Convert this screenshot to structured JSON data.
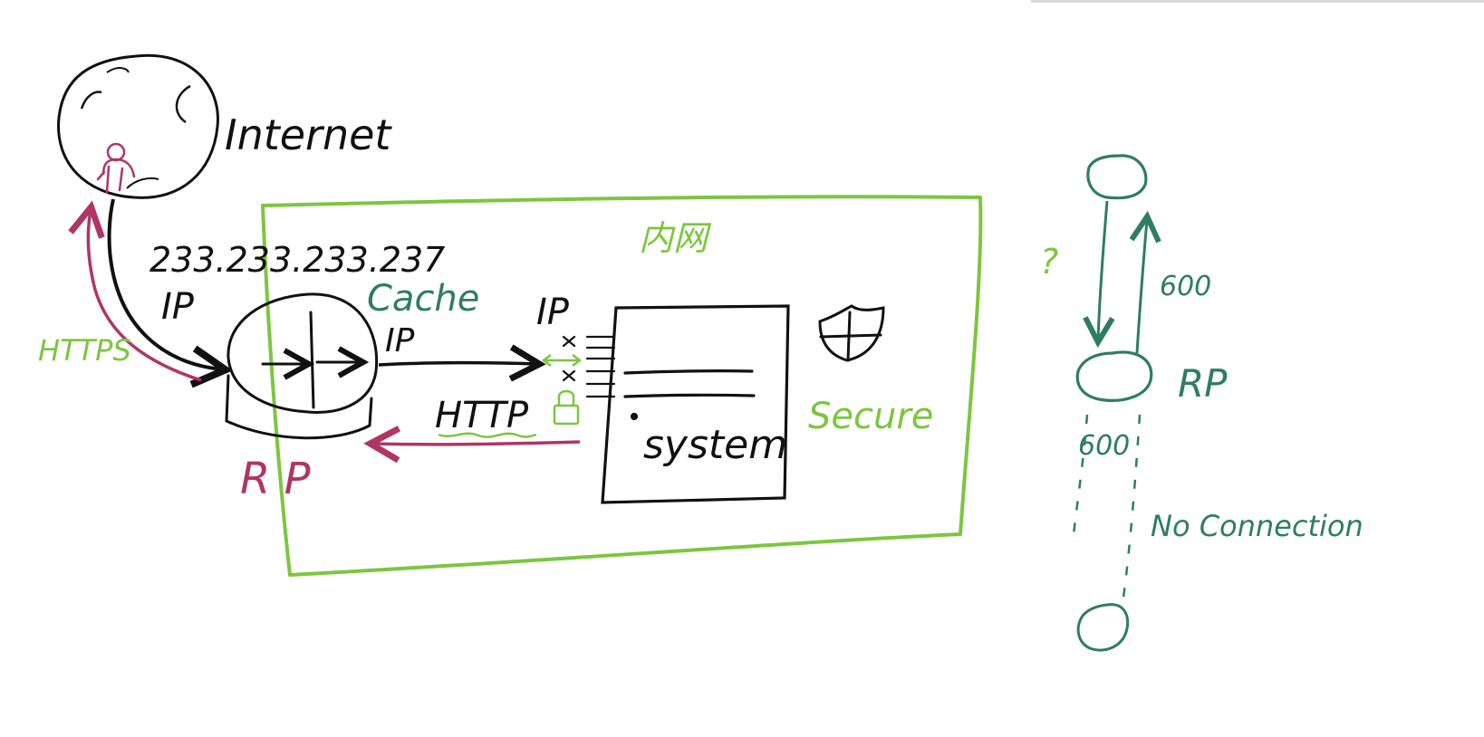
{
  "labels": {
    "internet": "Internet",
    "ip_address": "233.233.233.237",
    "ip_left": "IP",
    "ip_cache": "IP",
    "ip_system": "IP",
    "cache": "Cache",
    "https": "HTTPS",
    "http": "HTTP",
    "rp_left": "R P",
    "system": "system",
    "secure": "Secure",
    "inner_network": "内网",
    "question": "?",
    "rp_right": "RP",
    "count_up": "600",
    "count_down": "600",
    "no_connection": "No Connection"
  },
  "colors": {
    "ink": "#111111",
    "green": "#7cc63f",
    "teal": "#2e7d63",
    "magenta": "#b03565"
  },
  "icons": {
    "shield": "shield-icon",
    "lock": "lock-icon",
    "person": "person-icon"
  }
}
